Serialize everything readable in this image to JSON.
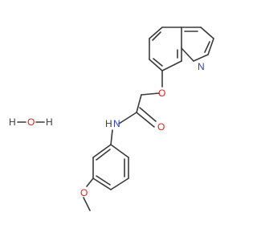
{
  "molecule": {
    "colors": {
      "bond": "#3a3a3a",
      "oxygen": "#e0201b",
      "nitrogen": "#2e3dcc",
      "carbon": "#3a3a3a"
    },
    "water": {
      "h_left": "H",
      "o": "O",
      "h_right": "H"
    },
    "atoms": {
      "quinoline_n": "N",
      "ether_o": "O",
      "amide_o": "O",
      "amide_n": "N",
      "amide_h": "H",
      "methoxy_o": "O"
    }
  }
}
